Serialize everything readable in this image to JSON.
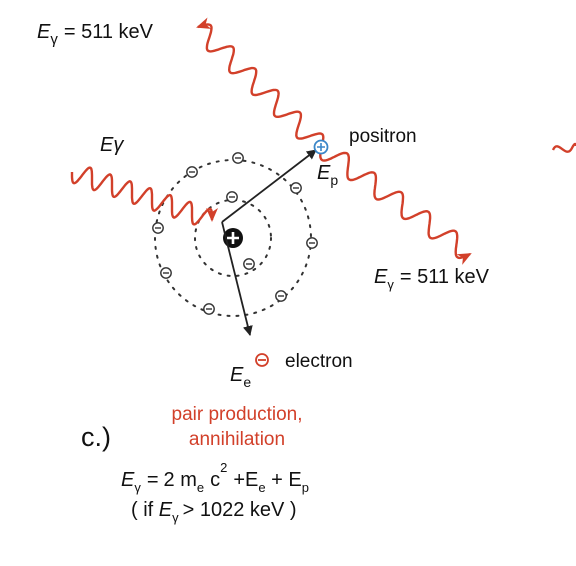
{
  "colors": {
    "photon": "#d2402a",
    "shell": "#333333",
    "arrow": "#222222",
    "nucleus": "#111111",
    "positron": "#3a86c8",
    "electron_marker": "#d2402a",
    "caption": "#d2402a"
  },
  "labels": {
    "e_gamma_top": {
      "symbol": "E",
      "sub": "γ",
      "value": "= 511 keV"
    },
    "e_gamma_right": {
      "symbol": "E",
      "sub": "γ",
      "value": "= 511 keV"
    },
    "e_gamma_incident": {
      "symbol": "Eγ"
    },
    "positron": "positron",
    "ep": {
      "symbol": "E",
      "sub": "p"
    },
    "electron": "electron",
    "ee": {
      "symbol": "E",
      "sub": "e"
    }
  },
  "panel": {
    "letter": "c.)",
    "caption_line1": "pair production,",
    "caption_line2": "annihilation"
  },
  "equation": {
    "lhs_symbol": "E",
    "lhs_sub": "γ",
    "eq_sign": "=",
    "two_m": "2 m",
    "m_sub": "e",
    "c": "c",
    "c_exp": "2",
    "plus_ee": "+E",
    "ee_sub": "e",
    "plus_ep": " + E",
    "ep_sub": "p",
    "cond_open": "( if ",
    "cond_symbol": "E",
    "cond_sub": "γ",
    "cond_rest": "> 1022 keV )"
  },
  "icons": {
    "nucleus": "plus-sign",
    "shell_electron": "minus-sign",
    "positron": "plus-sign",
    "electron": "minus-sign"
  }
}
